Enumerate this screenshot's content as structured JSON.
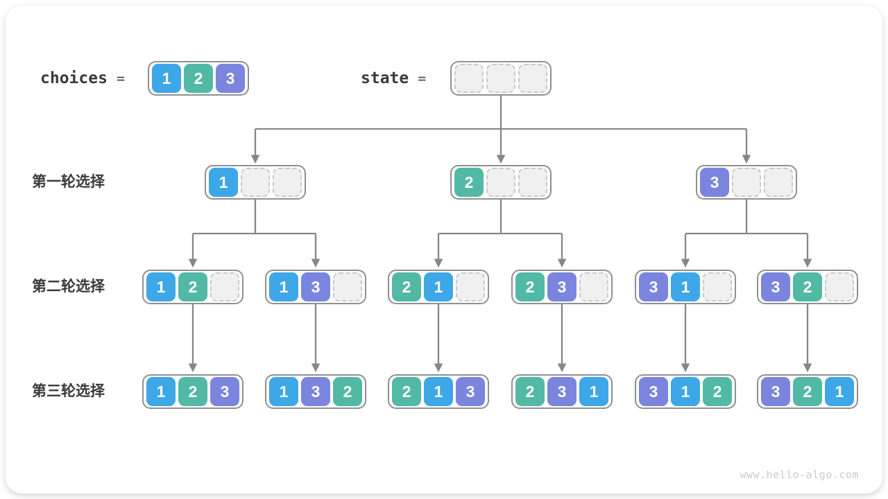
{
  "page": {
    "watermark": "www.hello-algo.com"
  },
  "palette": {
    "1": "#3da7e8",
    "2": "#52b9a5",
    "3": "#7b85dd"
  },
  "header": {
    "choices_label": "choices",
    "equals_sign": "=",
    "state_label": "state",
    "choices_cells": [
      "1",
      "2",
      "3"
    ],
    "state_cells": [
      null,
      null,
      null
    ]
  },
  "rows": [
    {
      "label": "第一轮选择",
      "nodes": [
        [
          "1",
          null,
          null
        ],
        [
          "2",
          null,
          null
        ],
        [
          "3",
          null,
          null
        ]
      ]
    },
    {
      "label": "第二轮选择",
      "nodes": [
        [
          "1",
          "2",
          null
        ],
        [
          "1",
          "3",
          null
        ],
        [
          "2",
          "1",
          null
        ],
        [
          "2",
          "3",
          null
        ],
        [
          "3",
          "1",
          null
        ],
        [
          "3",
          "2",
          null
        ]
      ]
    },
    {
      "label": "第三轮选择",
      "nodes": [
        [
          "1",
          "2",
          "3"
        ],
        [
          "1",
          "3",
          "2"
        ],
        [
          "2",
          "1",
          "3"
        ],
        [
          "2",
          "3",
          "1"
        ],
        [
          "3",
          "1",
          "2"
        ],
        [
          "3",
          "2",
          "1"
        ]
      ]
    }
  ]
}
